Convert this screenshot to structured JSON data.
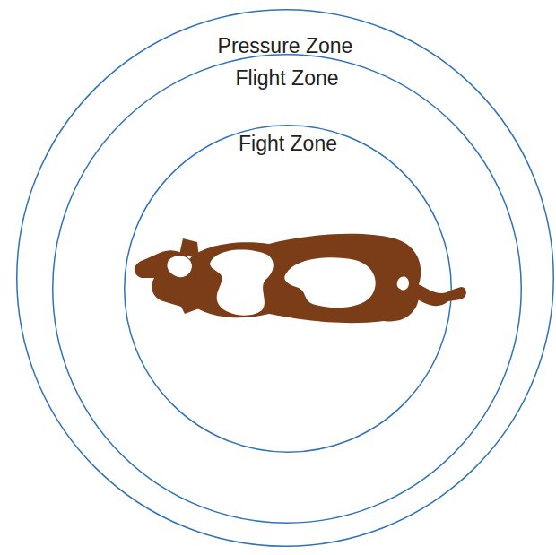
{
  "diagram": {
    "nodes": [
      {
        "text": [
          "Pressure Zone"
        ]
      },
      {
        "text": [
          "Flight Zone"
        ],
        "in": 0
      },
      {
        "text": [
          "Fight Zone"
        ],
        "in": 1
      }
    ]
  }
}
